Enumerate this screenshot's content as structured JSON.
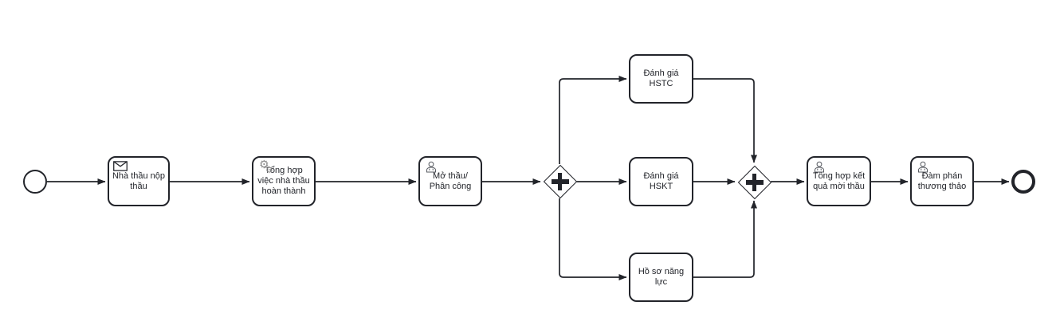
{
  "diagram": {
    "type": "bpmn-process",
    "background": "#ffffff",
    "stroke_color": "#22242a",
    "text_color": "#22242a"
  },
  "tasks": [
    {
      "id": "nha-thau-nop-thau",
      "label": "Nhà thầu nộp thầu",
      "icon": "message-icon"
    },
    {
      "id": "tong-hop-viec-nha-thau-hoan-thanh",
      "label": "Tổng hợp việc nhà thầu hoàn thành",
      "icon": "service-icon"
    },
    {
      "id": "mo-thau-phan-cong",
      "label": "Mở thầu/ Phân công",
      "icon": "user-icon"
    },
    {
      "id": "danh-gia-hstc",
      "label": "Đánh giá HSTC",
      "icon": ""
    },
    {
      "id": "danh-gia-hskt",
      "label": "Đánh giá HSKT",
      "icon": ""
    },
    {
      "id": "ho-so-nang-luc",
      "label": "Hồ sơ năng lực",
      "icon": ""
    },
    {
      "id": "tong-hop-ket-qua-moi-thau",
      "label": "Tổng hợp kết quả mời thầu",
      "icon": "user-icon"
    },
    {
      "id": "dam-phan-thuong-thao",
      "label": "Đàm phán thương thảo",
      "icon": "user-icon"
    }
  ],
  "gateways": [
    {
      "id": "gateway-split",
      "kind": "parallel"
    },
    {
      "id": "gateway-join",
      "kind": "parallel"
    }
  ],
  "events": [
    {
      "id": "start-event",
      "kind": "start"
    },
    {
      "id": "end-event",
      "kind": "end"
    }
  ],
  "flows": [
    {
      "from": "start-event",
      "to": "nha-thau-nop-thau"
    },
    {
      "from": "nha-thau-nop-thau",
      "to": "tong-hop-viec-nha-thau-hoan-thanh"
    },
    {
      "from": "tong-hop-viec-nha-thau-hoan-thanh",
      "to": "mo-thau-phan-cong"
    },
    {
      "from": "mo-thau-phan-cong",
      "to": "gateway-split"
    },
    {
      "from": "gateway-split",
      "to": "danh-gia-hstc"
    },
    {
      "from": "gateway-split",
      "to": "danh-gia-hskt"
    },
    {
      "from": "gateway-split",
      "to": "ho-so-nang-luc"
    },
    {
      "from": "danh-gia-hstc",
      "to": "gateway-join"
    },
    {
      "from": "danh-gia-hskt",
      "to": "gateway-join"
    },
    {
      "from": "ho-so-nang-luc",
      "to": "gateway-join"
    },
    {
      "from": "gateway-join",
      "to": "tong-hop-ket-qua-moi-thau"
    },
    {
      "from": "tong-hop-ket-qua-moi-thau",
      "to": "dam-phan-thuong-thao"
    },
    {
      "from": "dam-phan-thuong-thao",
      "to": "end-event"
    }
  ],
  "icons": {
    "service_gear_glyph": "⚙"
  }
}
